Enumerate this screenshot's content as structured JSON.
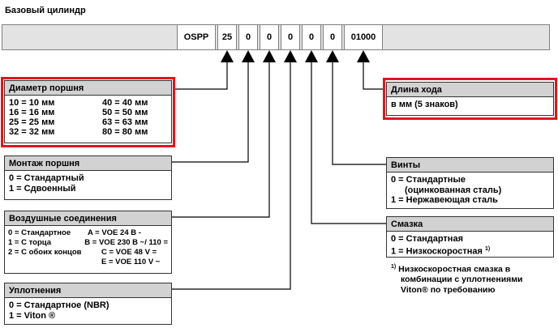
{
  "title": "Базовый цилиндр",
  "code": [
    "OSPP",
    "25",
    "0",
    "0",
    "0",
    "0",
    "0",
    "01000"
  ],
  "boxes": {
    "diameter": {
      "title": "Диаметр поршня",
      "rows": [
        [
          "10 = 10 мм",
          "40 = 40 мм"
        ],
        [
          "16 = 16 мм",
          "50 = 50 мм"
        ],
        [
          "25 = 25 мм",
          "63 = 63 мм"
        ],
        [
          "32 = 32 мм",
          "80 = 80 мм"
        ]
      ]
    },
    "mount": {
      "title": "Монтаж поршня",
      "lines": [
        "0 = Стандартный",
        "1 = Сдвоенный"
      ]
    },
    "air": {
      "title": "Воздушные соединения",
      "rows": [
        [
          "0 = Стандартное",
          "A = VOE 24 B -"
        ],
        [
          "1 = С торца",
          "B = VOE 230 B ~/ 110 ="
        ],
        [
          "2 = С обоих концов",
          "C = VOE 48 V ="
        ],
        [
          "",
          "E = VOE 110 V ~"
        ]
      ]
    },
    "seals": {
      "title": "Уплотнения",
      "lines": [
        "0 = Стандартное (NBR)",
        "1 = Viton ®"
      ]
    },
    "stroke": {
      "title": "Длина хода",
      "lines": [
        "в мм (5 знаков)"
      ]
    },
    "screws": {
      "title": "Винты",
      "lines": [
        "0 = Стандартные",
        "(оцинкованная сталь)",
        "1 = Нержавеющая сталь"
      ]
    },
    "lube": {
      "title": "Смазка",
      "lines": [
        "0 = Стандартная",
        "1 = Низкоскоростная"
      ],
      "footnote_mark": "1)"
    }
  },
  "note": {
    "mark": "1)",
    "lines": [
      "Низкоскоростная смазка в",
      "комбинации с уплотнениями",
      "Viton® по требованию"
    ]
  }
}
